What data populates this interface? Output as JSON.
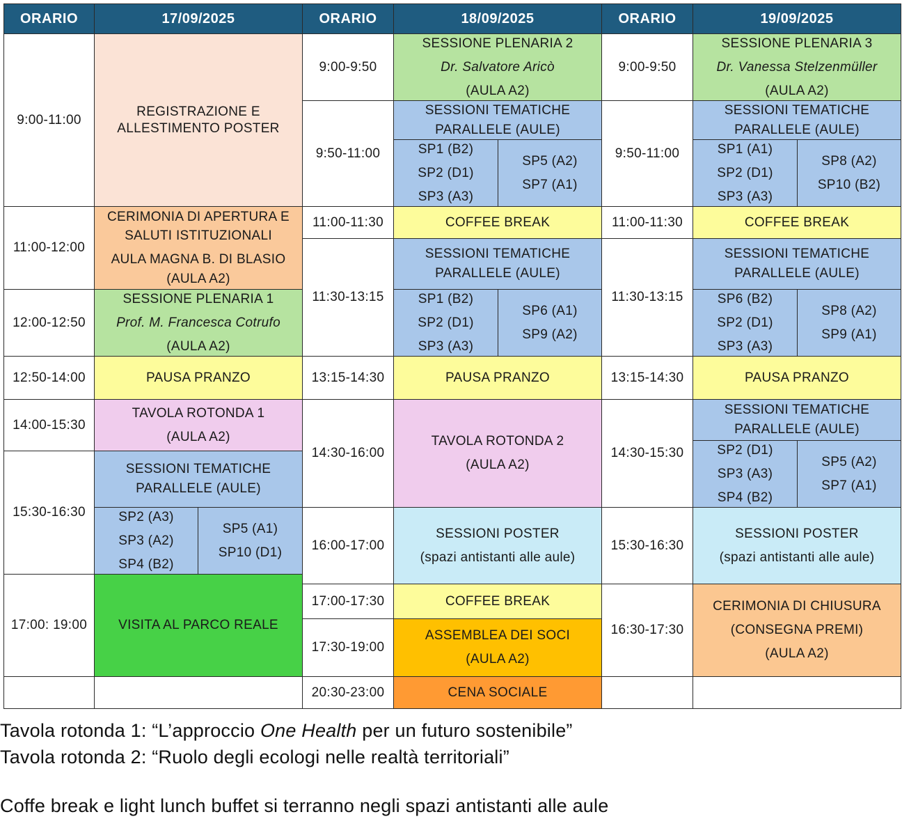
{
  "headers": {
    "orario_1": "ORARIO",
    "date_1": "17/09/2025",
    "orario_2": "ORARIO",
    "date_2": "18/09/2025",
    "orario_3": "ORARIO",
    "date_3": "19/09/2025"
  },
  "day1": {
    "times": [
      "9:00-11:00",
      "11:00-12:00",
      "12:00-12:50",
      "12:50-14:00",
      "14:00-15:30",
      "15:30-16:30",
      "17:00: 19:00"
    ],
    "registrazione": [
      "REGISTRAZIONE E",
      "ALLESTIMENTO POSTER"
    ],
    "cerimonia_apertura": [
      "CERIMONIA DI APERTURA E",
      "SALUTI ISTITUZIONALI",
      "AULA MAGNA B. DI BLASIO",
      "(AULA A2)"
    ],
    "plenaria1": {
      "title": "SESSIONE PLENARIA 1",
      "speaker": "Prof. M. Francesca Cotrufo",
      "room": "(AULA A2)"
    },
    "pausa": "PAUSA PRANZO",
    "tavola1": {
      "title": "TAVOLA ROTONDA 1",
      "room": "(AULA A2)"
    },
    "sessioni": [
      "SESSIONI TEMATICHE",
      "PARALLELE (AULE)"
    ],
    "sp_left": [
      "SP2 (A3)",
      "SP3 (A2)",
      "SP4 (B2)"
    ],
    "sp_right": [
      "SP5 (A1)",
      "SP10 (D1)"
    ],
    "visita": "VISITA AL PARCO REALE"
  },
  "day2": {
    "times": [
      "9:00-9:50",
      "9:50-11:00",
      "11:00-11:30",
      "11:30-13:15",
      "13:15-14:30",
      "14:30-16:00",
      "16:00-17:00",
      "17:00-17:30",
      "17:30-19:00",
      "20:30-23:00"
    ],
    "plenaria2": {
      "title": "SESSIONE PLENARIA 2",
      "speaker": "Dr. Salvatore Aricò",
      "room": "(AULA A2)"
    },
    "sessioni_a": [
      "SESSIONI TEMATICHE",
      "PARALLELE (AULE)"
    ],
    "sp_a_left": [
      "SP1 (B2)",
      "SP2 (D1)",
      "SP3 (A3)"
    ],
    "sp_a_right": [
      "SP5 (A2)",
      "SP7 (A1)"
    ],
    "coffee1": "COFFEE BREAK",
    "sessioni_b": [
      "SESSIONI TEMATICHE",
      "PARALLELE (AULE)"
    ],
    "sp_b_left": [
      "SP1 (B2)",
      "SP2 (D1)",
      "SP3 (A3)"
    ],
    "sp_b_right": [
      "SP6 (A1)",
      "SP9 (A2)"
    ],
    "pausa": "PAUSA PRANZO",
    "tavola2": {
      "title": "TAVOLA ROTONDA 2",
      "room": "(AULA A2)"
    },
    "poster": {
      "title": "SESSIONI POSTER",
      "place": "(spazi antistanti alle aule)"
    },
    "coffee2": "COFFEE BREAK",
    "assemblea": {
      "title": "ASSEMBLEA DEI SOCI",
      "room": "(AULA A2)"
    },
    "cena": "CENA SOCIALE"
  },
  "day3": {
    "times": [
      "9:00-9:50",
      "9:50-11:00",
      "11:00-11:30",
      "11:30-13:15",
      "13:15-14:30",
      "14:30-15:30",
      "15:30-16:30",
      "16:30-17:30"
    ],
    "plenaria3": {
      "title": "SESSIONE PLENARIA 3",
      "speaker": "Dr. Vanessa Stelzenmüller",
      "room": "(AULA A2)"
    },
    "sessioni_a": [
      "SESSIONI TEMATICHE",
      "PARALLELE (AULE)"
    ],
    "sp_a_left": [
      "SP1 (A1)",
      "SP2 (D1)",
      "SP3 (A3)"
    ],
    "sp_a_right": [
      "SP8 (A2)",
      "SP10 (B2)"
    ],
    "coffee": "COFFEE BREAK",
    "sessioni_b": [
      "SESSIONI TEMATICHE",
      "PARALLELE (AULE)"
    ],
    "sp_b_left": [
      "SP6 (B2)",
      "SP2 (D1)",
      "SP3 (A3)"
    ],
    "sp_b_right": [
      "SP8 (A2)",
      "SP9 (A1)"
    ],
    "pausa": "PAUSA PRANZO",
    "sessioni_c": [
      "SESSIONI TEMATICHE",
      "PARALLELE (AULE)"
    ],
    "sp_c_left": [
      "SP2 (D1)",
      "SP3 (A3)",
      "SP4 (B2)"
    ],
    "sp_c_right": [
      "SP5 (A2)",
      "SP7 (A1)"
    ],
    "poster": {
      "title": "SESSIONI POSTER",
      "place": "(spazi antistanti alle aule)"
    },
    "chiusura": [
      "CERIMONIA DI CHIUSURA",
      "(CONSEGNA PREMI)",
      "(AULA A2)"
    ]
  },
  "notes": {
    "tavola1_prefix": "Tavola rotonda 1: “L’approccio ",
    "tavola1_em": "One Health",
    "tavola1_suffix": " per un futuro sostenibile”",
    "tavola2": "Tavola rotonda 2: “Ruolo degli ecologi nelle realtà territoriali”",
    "coffee": "Coffe break e light lunch buffet si terranno negli spazi antistanti alle aule"
  }
}
